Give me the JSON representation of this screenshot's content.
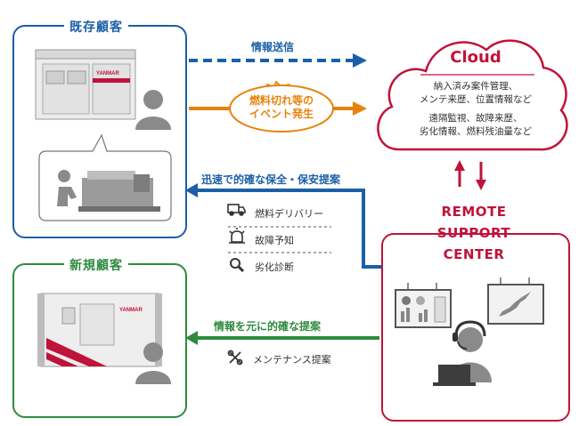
{
  "existing_customer": {
    "title": "既存顧客"
  },
  "new_customer": {
    "title": "新規顧客"
  },
  "cloud": {
    "title": "Cloud",
    "lines1": [
      "納入済み案件管理、",
      "メンテ来歴、位置情報など"
    ],
    "lines2": [
      "遠隔監視、故障来歴、",
      "劣化情報、燃料残油量など"
    ]
  },
  "remote_center": {
    "lines": [
      "REMOTE",
      "SUPPORT",
      "CENTER"
    ]
  },
  "arrows": {
    "info_send": "情報送信",
    "event_lines": [
      "燃料切れ等の",
      "イベント発生"
    ],
    "proposal_existing": "迅速で的確な保全・保安提案",
    "proposal_new": "情報を元に的確な提案"
  },
  "services": [
    {
      "label": "燃料デリバリー",
      "icon": "truck-icon"
    },
    {
      "label": "故障予知",
      "icon": "alarm-icon"
    },
    {
      "label": "劣化診断",
      "icon": "magnifier-icon"
    }
  ],
  "maintenance": {
    "label": "メンテナンス提案",
    "icon": "wrench-icon"
  },
  "brand": "YANMAR",
  "colors": {
    "blue": "#1b5fa8",
    "orange": "#e8820e",
    "red": "#c0133a",
    "green": "#2e8b3e"
  }
}
